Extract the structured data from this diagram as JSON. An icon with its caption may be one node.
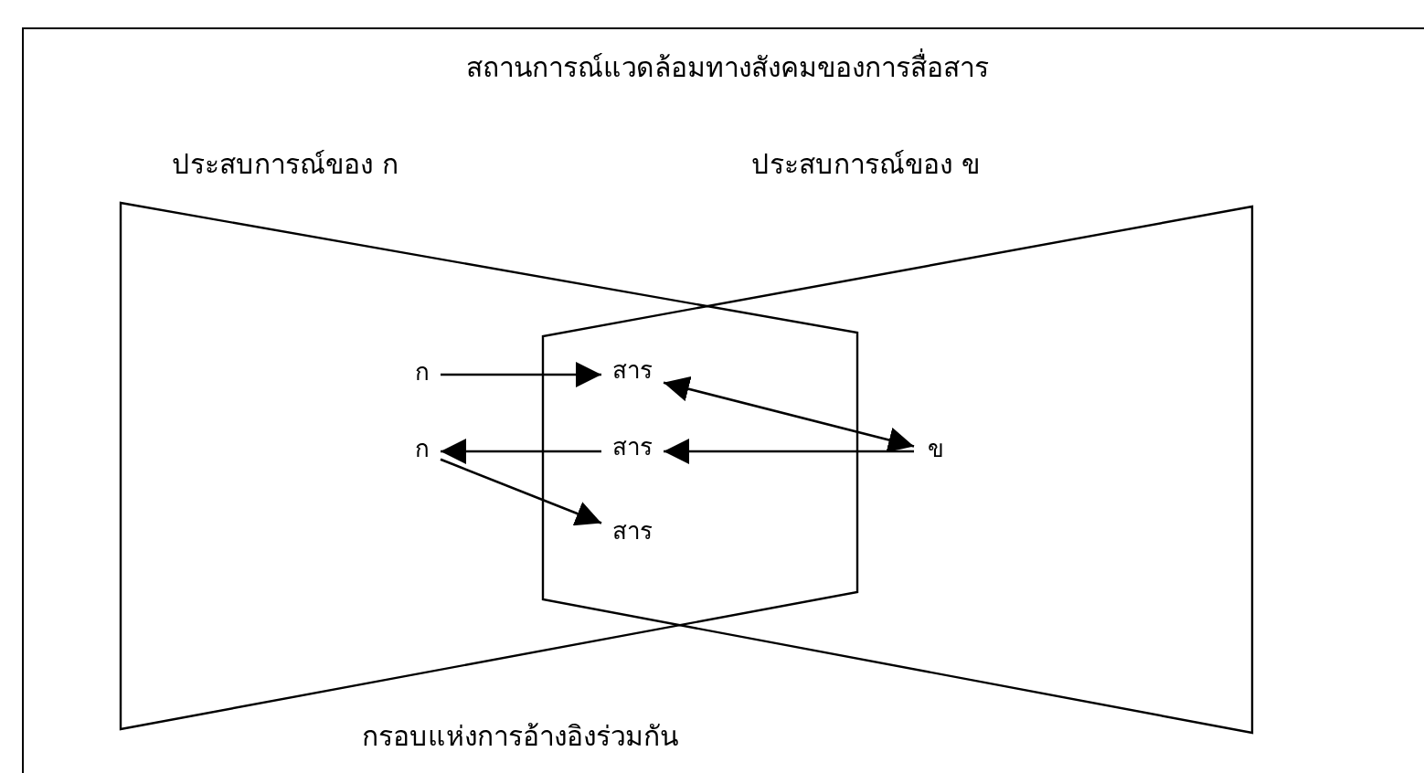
{
  "diagram": {
    "nodes": [
      {
        "text": [
          "สถานการณ์แวดล้อมทางสังคมของการสื่อสาร"
        ]
      },
      {
        "text": [
          "ประสบการณ์ของ ก"
        ],
        "in": 0
      },
      {
        "text": [
          "ประสบการณ์ของ ข"
        ],
        "in": 0
      },
      {
        "text": [
          "ก"
        ],
        "in": 1
      },
      {
        "text": [
          "ก"
        ],
        "in": 1
      },
      {
        "text": [
          "ข"
        ],
        "in": 2
      },
      {
        "text": [
          "สาร"
        ]
      },
      {
        "text": [
          "สาร"
        ]
      },
      {
        "text": [
          "สาร"
        ]
      }
    ],
    "edges": [
      {
        "from": 3,
        "to": 6,
        "arrow": "to"
      },
      {
        "from": 6,
        "to": 5,
        "arrow": "both"
      },
      {
        "from": 5,
        "to": 7,
        "arrow": "to"
      },
      {
        "from": 7,
        "to": 4,
        "arrow": "to"
      },
      {
        "from": 4,
        "to": 8,
        "arrow": "to"
      }
    ],
    "labels": [
      "กรอบแห่งการอ้างอิงร่วมกัน"
    ]
  }
}
